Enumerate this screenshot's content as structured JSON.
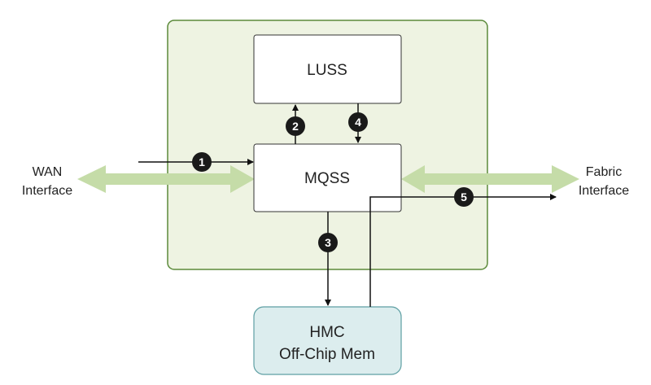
{
  "colors": {
    "container_fill": "#eef3e2",
    "container_stroke": "#5b8a3a",
    "box_fill": "#ffffff",
    "box_stroke": "#333333",
    "hmc_fill": "#dcedee",
    "hmc_stroke": "#5e9fa3",
    "band_arrow": "#c5dca8",
    "line": "#111111",
    "badge": "#1a1a1a",
    "badge_text": "#ffffff"
  },
  "blocks": {
    "luss": {
      "label": "LUSS"
    },
    "mqss": {
      "label": "MQSS"
    },
    "hmc": {
      "line1": "HMC",
      "line2": "Off-Chip Mem"
    }
  },
  "interfaces": {
    "wan": {
      "line1": "WAN",
      "line2": "Interface"
    },
    "fabric": {
      "line1": "Fabric",
      "line2": "Interface"
    }
  },
  "steps": [
    "1",
    "2",
    "3",
    "4",
    "5"
  ]
}
